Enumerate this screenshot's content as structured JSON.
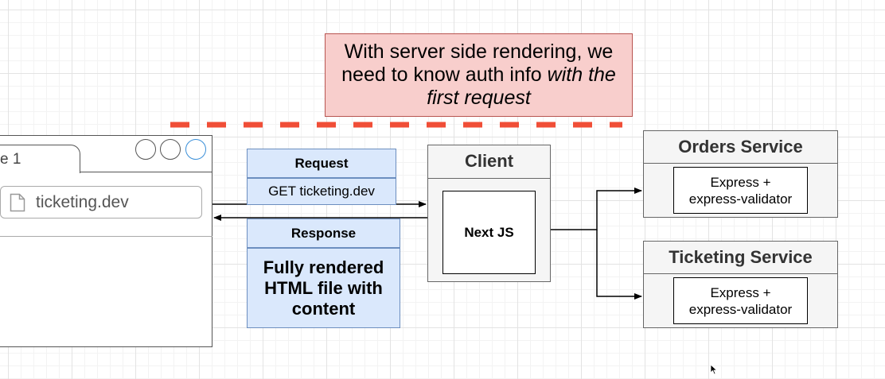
{
  "note": {
    "line1": "With server side rendering, we",
    "line2_plain": "need to know auth info ",
    "line2_italic": "with the",
    "line3_italic": "first request"
  },
  "browser": {
    "tab_label": "e 1",
    "url": "ticketing.dev"
  },
  "request": {
    "title": "Request",
    "body": "GET ticketing.dev"
  },
  "response": {
    "title": "Response",
    "body_line1": "Fully rendered",
    "body_line2": "HTML file with",
    "body_line3": "content"
  },
  "client": {
    "title": "Client",
    "inner": "Next JS"
  },
  "services": [
    {
      "title": "Orders Service",
      "inner_line1": "Express +",
      "inner_line2": "express-validator"
    },
    {
      "title": "Ticketing Service",
      "inner_line1": "Express +",
      "inner_line2": "express-validator"
    }
  ],
  "colors": {
    "note_fill": "#f8cecc",
    "note_border": "#b85450",
    "divider": "#f04e37",
    "blue_fill": "#dae8fc",
    "blue_border": "#6c8ebf",
    "gray_fill": "#f5f5f5"
  },
  "icons": [
    "document-icon",
    "window-control-icon",
    "cursor-icon"
  ]
}
